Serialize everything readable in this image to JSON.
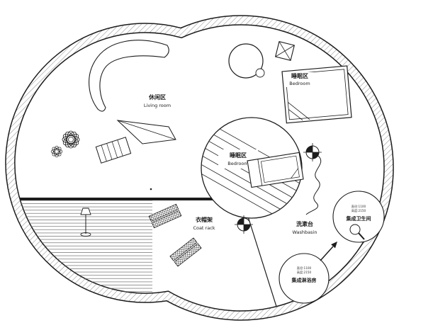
{
  "plan": {
    "areas": {
      "living_room": {
        "zh": "休闲区",
        "en": "Living room"
      },
      "bedroom_right": {
        "zh": "睡眠区",
        "en": "Bedroom"
      },
      "bedroom_center": {
        "zh": "睡眠区",
        "en": "Bedroom"
      },
      "coat_rack": {
        "zh": "衣帽架",
        "en": "Coat rack"
      },
      "washbasin": {
        "zh": "洗漱台",
        "en": "Washbasin"
      },
      "bathroom_pod": {
        "spec_line1": "直径:1100",
        "spec_line2": "高度:2150",
        "title": "集成卫生间"
      },
      "shower_pod": {
        "spec_line1": "直径:1100",
        "spec_line2": "高度:2150",
        "title": "集成淋浴房"
      }
    },
    "colors": {
      "line": "#1c1c1c",
      "wall_hatch": "#6a6a6a",
      "deck_hatch": "#808080",
      "background": "#ffffff"
    }
  }
}
